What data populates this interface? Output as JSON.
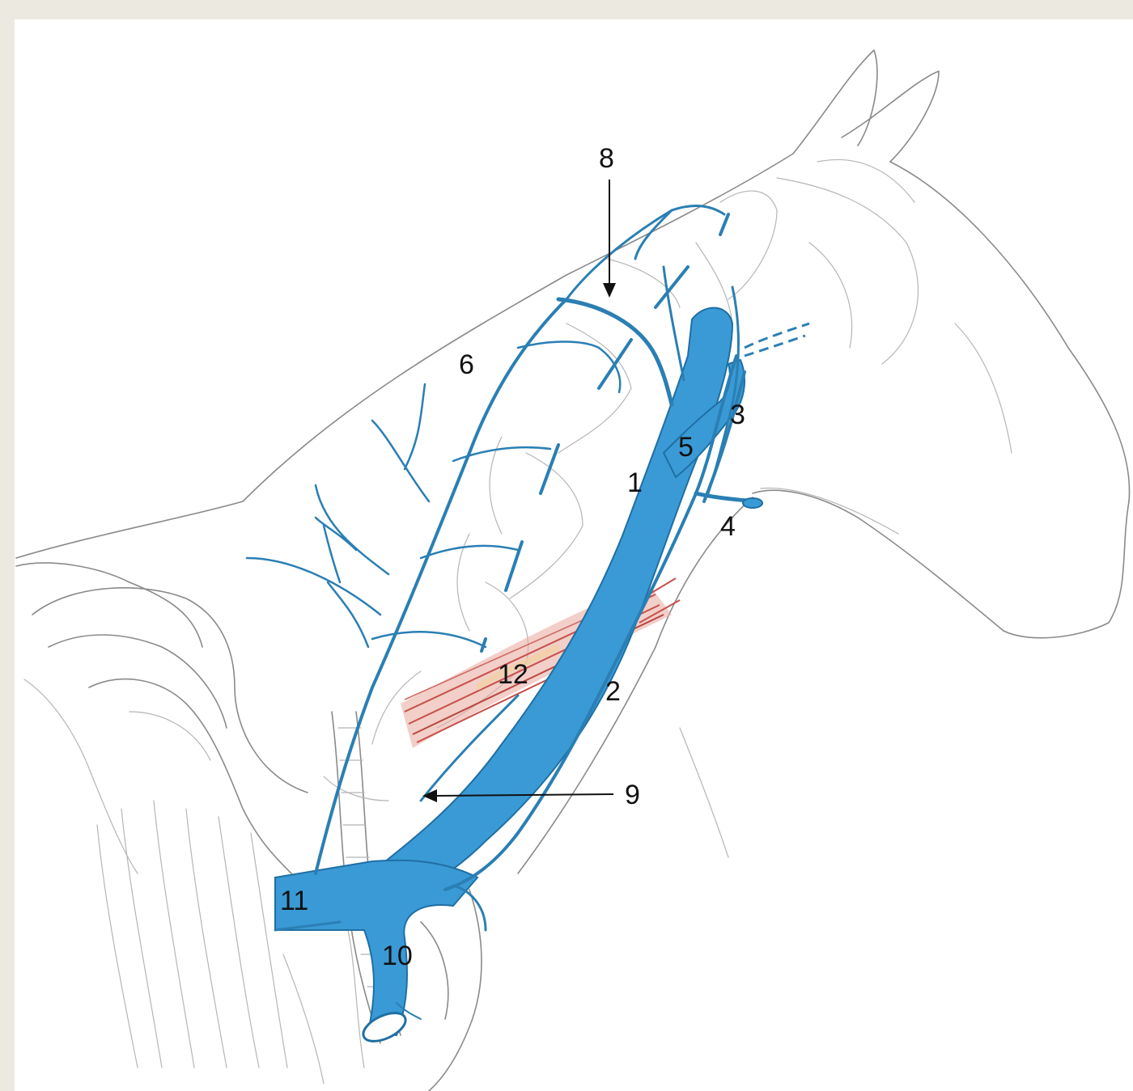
{
  "labels": {
    "l1": "1",
    "l2": "2",
    "l3": "3",
    "l4": "4",
    "l5": "5",
    "l6": "6",
    "l8": "8",
    "l9": "9",
    "l10": "10",
    "l11": "11",
    "l12": "12"
  },
  "colors": {
    "vein": "#3a9ad6",
    "vein_outline": "#1f6fa3",
    "muscle": "#c8504a",
    "sketch": "#8a8a8a",
    "frame_background": "#ece9e0"
  }
}
